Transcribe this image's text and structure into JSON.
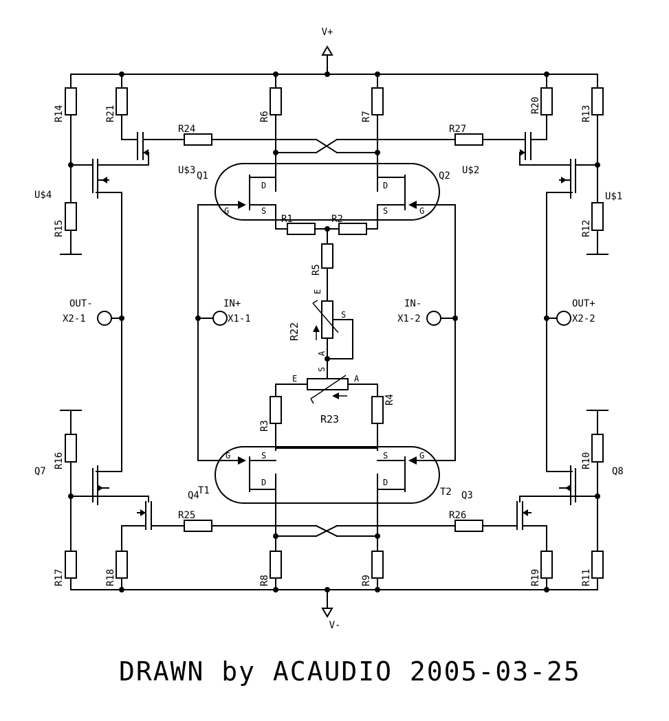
{
  "supply": {
    "vplus": "V+",
    "vminus": "V-"
  },
  "resistors": {
    "R1": "R1",
    "R2": "R2",
    "R3": "R3",
    "R4": "R4",
    "R5": "R5",
    "R6": "R6",
    "R7": "R7",
    "R8": "R8",
    "R9": "R9",
    "R10": "R10",
    "R11": "R11",
    "R12": "R12",
    "R13": "R13",
    "R14": "R14",
    "R15": "R15",
    "R16": "R16",
    "R17": "R17",
    "R18": "R18",
    "R19": "R19",
    "R20": "R20",
    "R21": "R21",
    "R22": "R22",
    "R23": "R23",
    "R24": "R24",
    "R25": "R25",
    "R26": "R26",
    "R27": "R27"
  },
  "transistors": {
    "q1": "Q1",
    "q2": "Q2",
    "q3": "Q3",
    "q4": "Q4",
    "q7": "Q7",
    "q8": "Q8",
    "t1": "T1",
    "t2": "T2",
    "u1": "U$1",
    "u2": "U$2",
    "u3": "U$3",
    "u4": "U$4"
  },
  "pins": {
    "d": "D",
    "s": "S",
    "g": "G",
    "e": "E",
    "a": "A"
  },
  "connectors": {
    "in_plus": "IN+",
    "in_plus_ref": "X1-1",
    "in_minus": "IN-",
    "in_minus_ref": "X1-2",
    "out_minus": "OUT-",
    "out_minus_ref": "X2-1",
    "out_plus": "OUT+",
    "out_plus_ref": "X2-2"
  },
  "footer": "DRAWN by ACAUDIO 2005-03-25"
}
